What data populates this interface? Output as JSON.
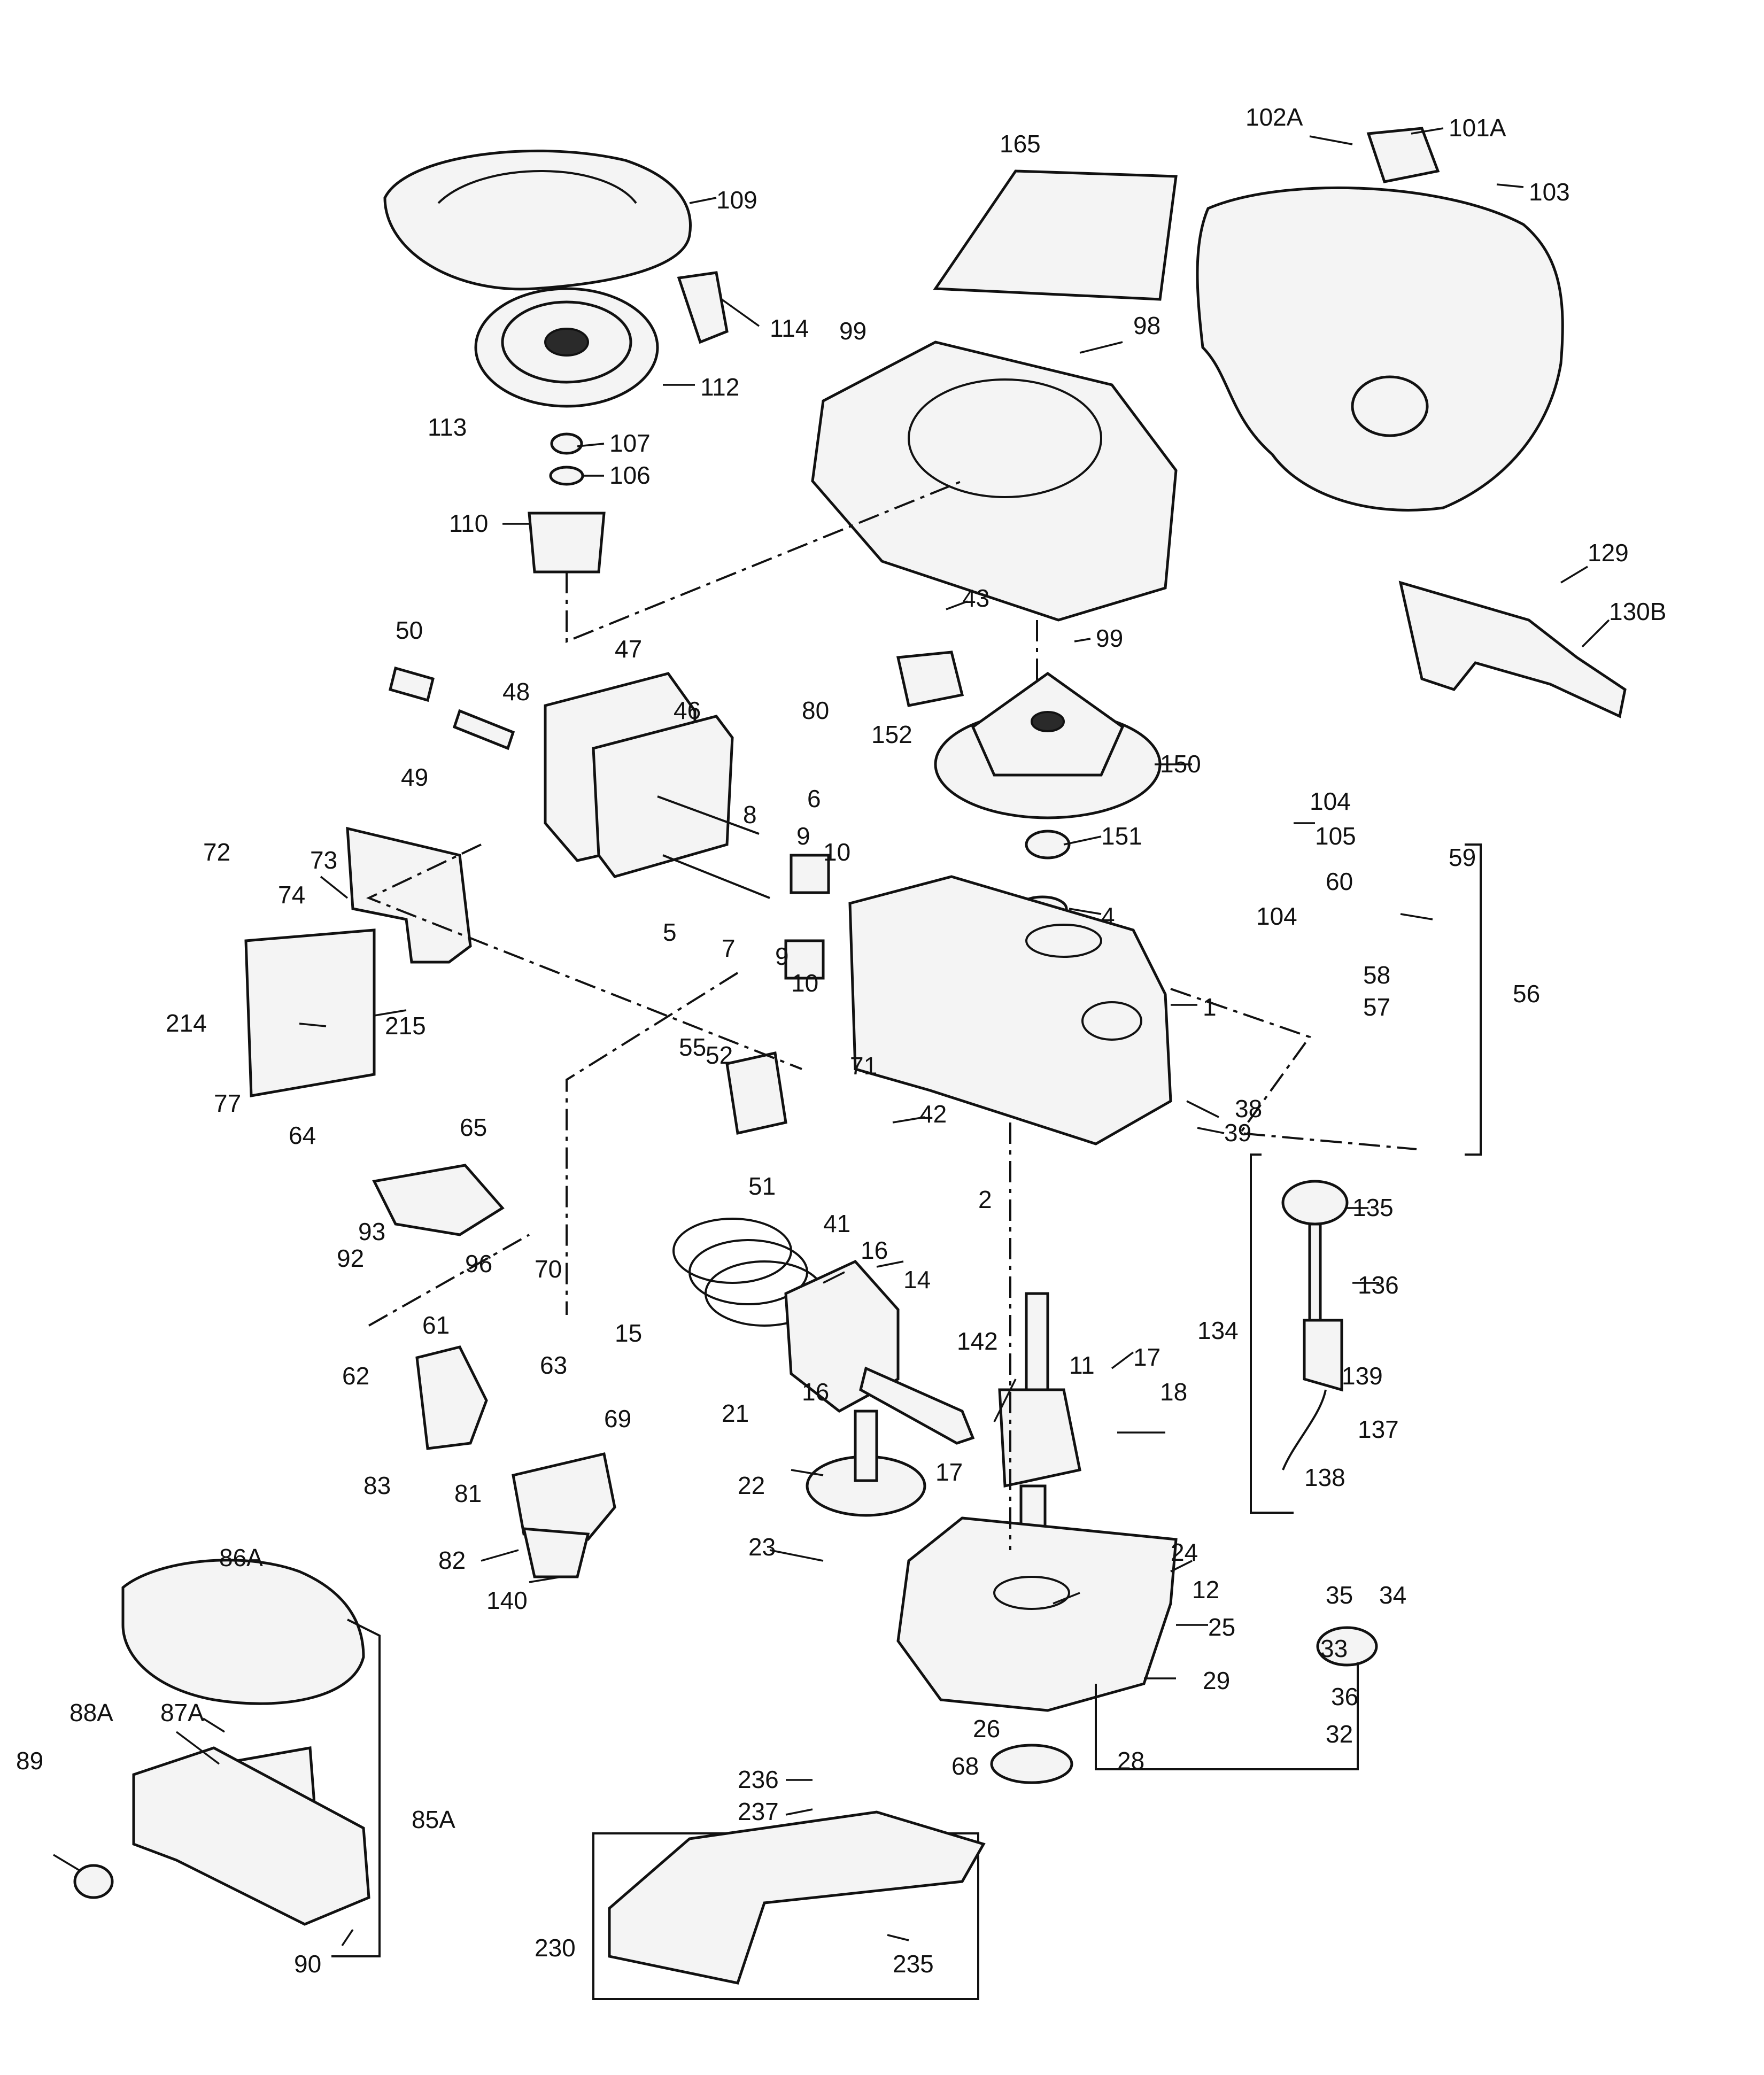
{
  "diagram": {
    "part_labels": [
      "102A",
      "101A",
      "103",
      "165",
      "109",
      "114",
      "99",
      "98",
      "113",
      "112",
      "107",
      "106",
      "110",
      "129",
      "130B",
      "50",
      "43",
      "99",
      "47",
      "48",
      "46",
      "49",
      "80",
      "152",
      "150",
      "6",
      "104",
      "105",
      "151",
      "59",
      "60",
      "72",
      "73",
      "74",
      "8",
      "9",
      "10",
      "5",
      "7",
      "9",
      "10",
      "4",
      "104",
      "58",
      "57",
      "56",
      "214",
      "215",
      "1",
      "52",
      "55",
      "71",
      "42",
      "38",
      "39",
      "77",
      "51",
      "64",
      "65",
      "2",
      "41",
      "93",
      "92",
      "96",
      "70",
      "16",
      "14",
      "135",
      "15",
      "136",
      "61",
      "63",
      "134",
      "142",
      "11",
      "17",
      "62",
      "18",
      "139",
      "16",
      "21",
      "69",
      "83",
      "137",
      "17",
      "22",
      "81",
      "138",
      "23",
      "24",
      "82",
      "140",
      "35",
      "34",
      "12",
      "25",
      "86A",
      "33",
      "29",
      "88A",
      "87A",
      "36",
      "89",
      "26",
      "28",
      "32",
      "68",
      "85A",
      "236",
      "237",
      "230",
      "90",
      "235"
    ]
  }
}
